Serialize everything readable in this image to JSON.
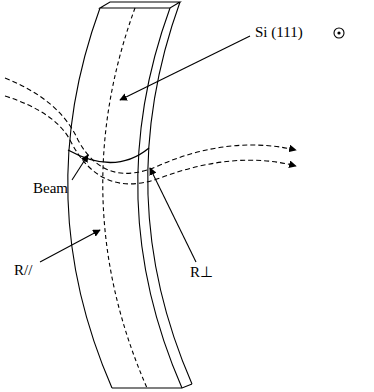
{
  "diagram": {
    "labels": [
      "Si (111)",
      "Beam",
      "R//",
      "R⊥"
    ]
  }
}
